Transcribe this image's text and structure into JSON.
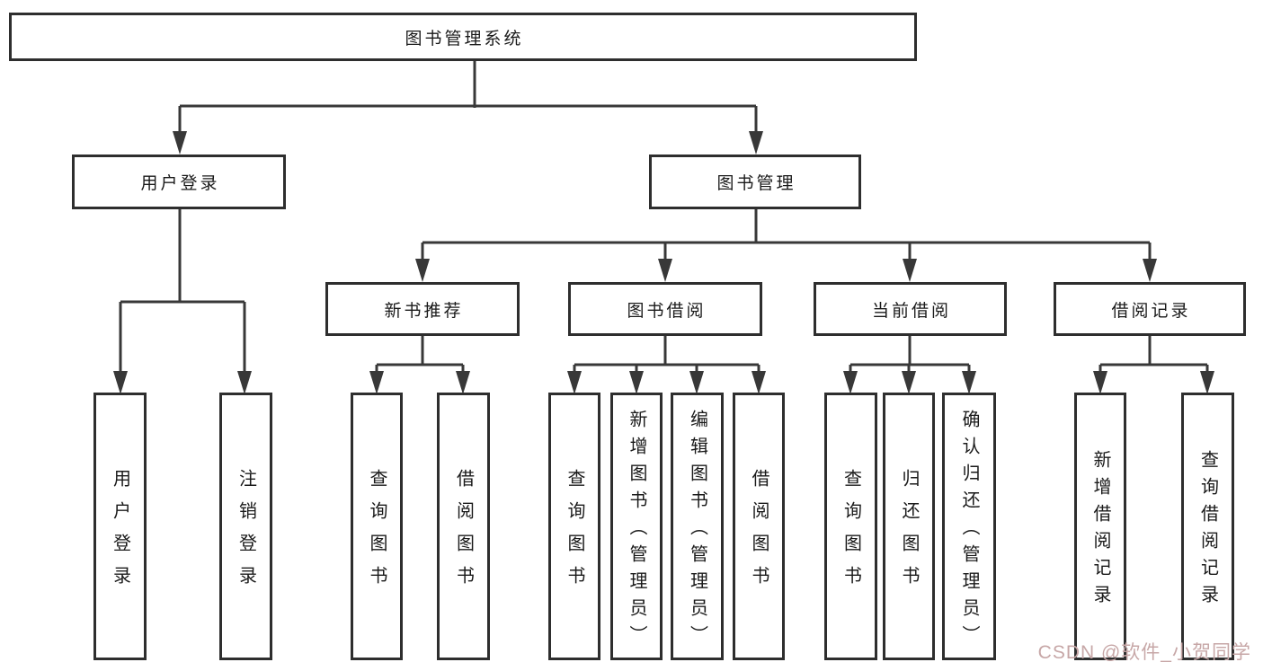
{
  "watermark": "CSDN @软件_小贺同学",
  "colors": {
    "line": "#383838",
    "border": "#2e2e2e",
    "text": "#1a1a1a",
    "bg": "#ffffff",
    "watermark": "#c7a7a7"
  },
  "nodes": {
    "root": "图书管理系统",
    "user_login": "用户登录",
    "book_management": "图书管理",
    "new_book_recommend": "新书推荐",
    "book_borrow": "图书借阅",
    "current_borrow": "当前借阅",
    "borrow_record": "借阅记录",
    "ul_user_login": "用户登录",
    "ul_logout": "注销登录",
    "nbr_query_book": "查询图书",
    "nbr_borrow_book": "借阅图书",
    "bb_query_book": "查询图书",
    "bb_add_book": "新增图书（管理员）",
    "bb_edit_book": "编辑图书（管理员）",
    "bb_borrow_book": "借阅图书",
    "cb_query_book": "查询图书",
    "cb_return_book": "归还图书",
    "cb_confirm_return": "确认归还（管理员）",
    "br_add_record": "新增借阅记录",
    "br_query_record": "查询借阅记录"
  }
}
